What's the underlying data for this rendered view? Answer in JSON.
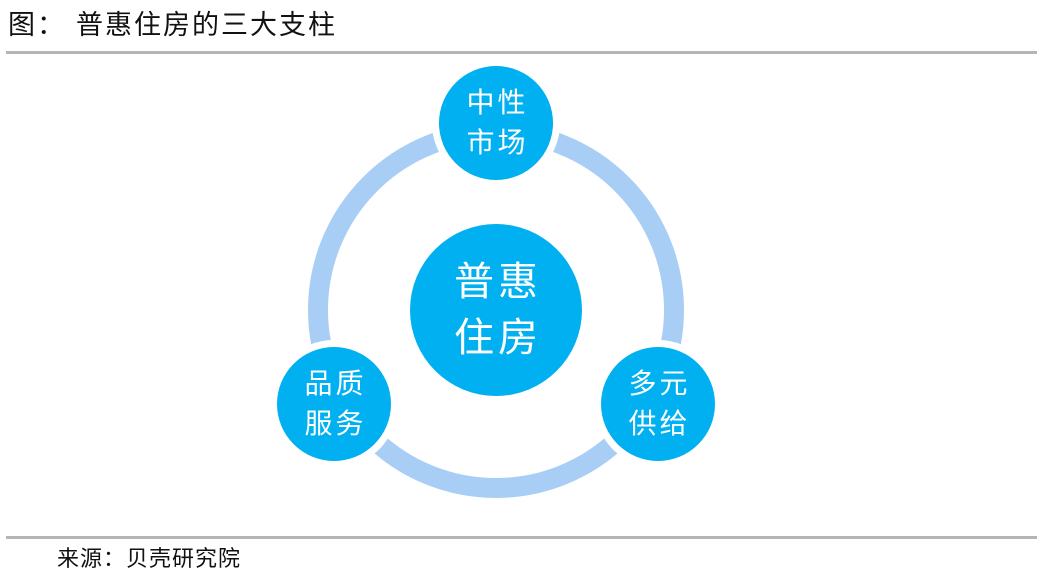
{
  "title": {
    "prefix": "图：",
    "text": "普惠住房的三大支柱"
  },
  "source": {
    "prefix": "来源：",
    "text": "贝壳研究院"
  },
  "diagram": {
    "center": {
      "line1": "普惠",
      "line2": "住房"
    },
    "nodes": [
      {
        "position": "top",
        "line1": "中性",
        "line2": "市场"
      },
      {
        "position": "bottom-left",
        "line1": "品质",
        "line2": "服务"
      },
      {
        "position": "bottom-right",
        "line1": "多元",
        "line2": "供给"
      }
    ],
    "colors": {
      "node_fill": "#00b0f0",
      "ring": "#a9cef5",
      "node_text": "#ffffff",
      "divider": "#b5b5b5",
      "title_text": "#111111"
    }
  }
}
